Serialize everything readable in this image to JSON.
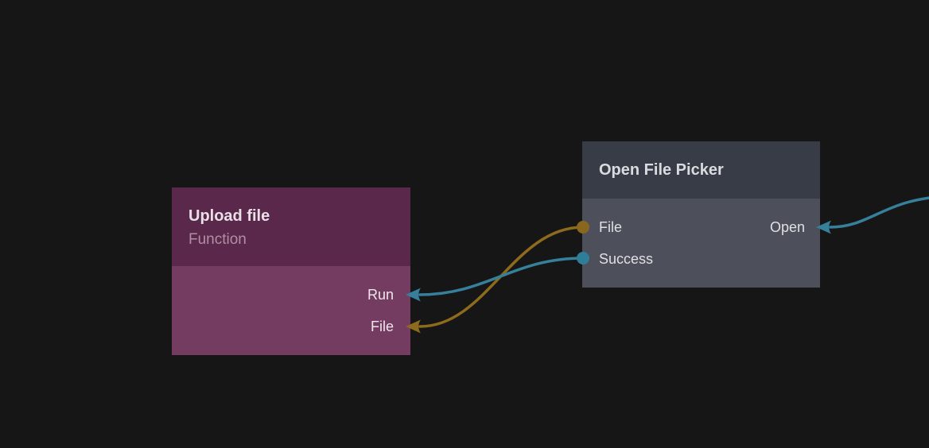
{
  "canvas": {
    "type": "node-graph-editor"
  },
  "nodes": {
    "upload_file": {
      "title": "Upload file",
      "subtitle": "Function",
      "ports": {
        "run": "Run",
        "file": "File"
      }
    },
    "open_file_picker": {
      "title": "Open File Picker",
      "ports": {
        "file": "File",
        "success": "Success",
        "open": "Open"
      }
    }
  },
  "edges": [
    {
      "from": "open_file_picker.file",
      "to": "upload_file.file",
      "color_key": "edge_gold"
    },
    {
      "from": "open_file_picker.success",
      "to": "upload_file.run",
      "color_key": "edge_teal"
    },
    {
      "from": "offscreen-right",
      "to": "open_file_picker.open",
      "color_key": "edge_teal"
    }
  ],
  "colors": {
    "canvas_bg": "#161616",
    "upload_header": "#5a284a",
    "upload_body": "#743c60",
    "upload_title": "#e9dfe6",
    "upload_subtitle": "#b08fa5",
    "upload_port_label": "#ede7eb",
    "ofp_header": "#383c46",
    "ofp_body": "#4d505a",
    "ofp_title": "#d9dbde",
    "ofp_port_label": "#dee0e3",
    "edge_gold": "#8e6a1d",
    "edge_teal": "#36809c",
    "dot_gold": "#8a671e",
    "dot_teal": "#2f7e99"
  }
}
